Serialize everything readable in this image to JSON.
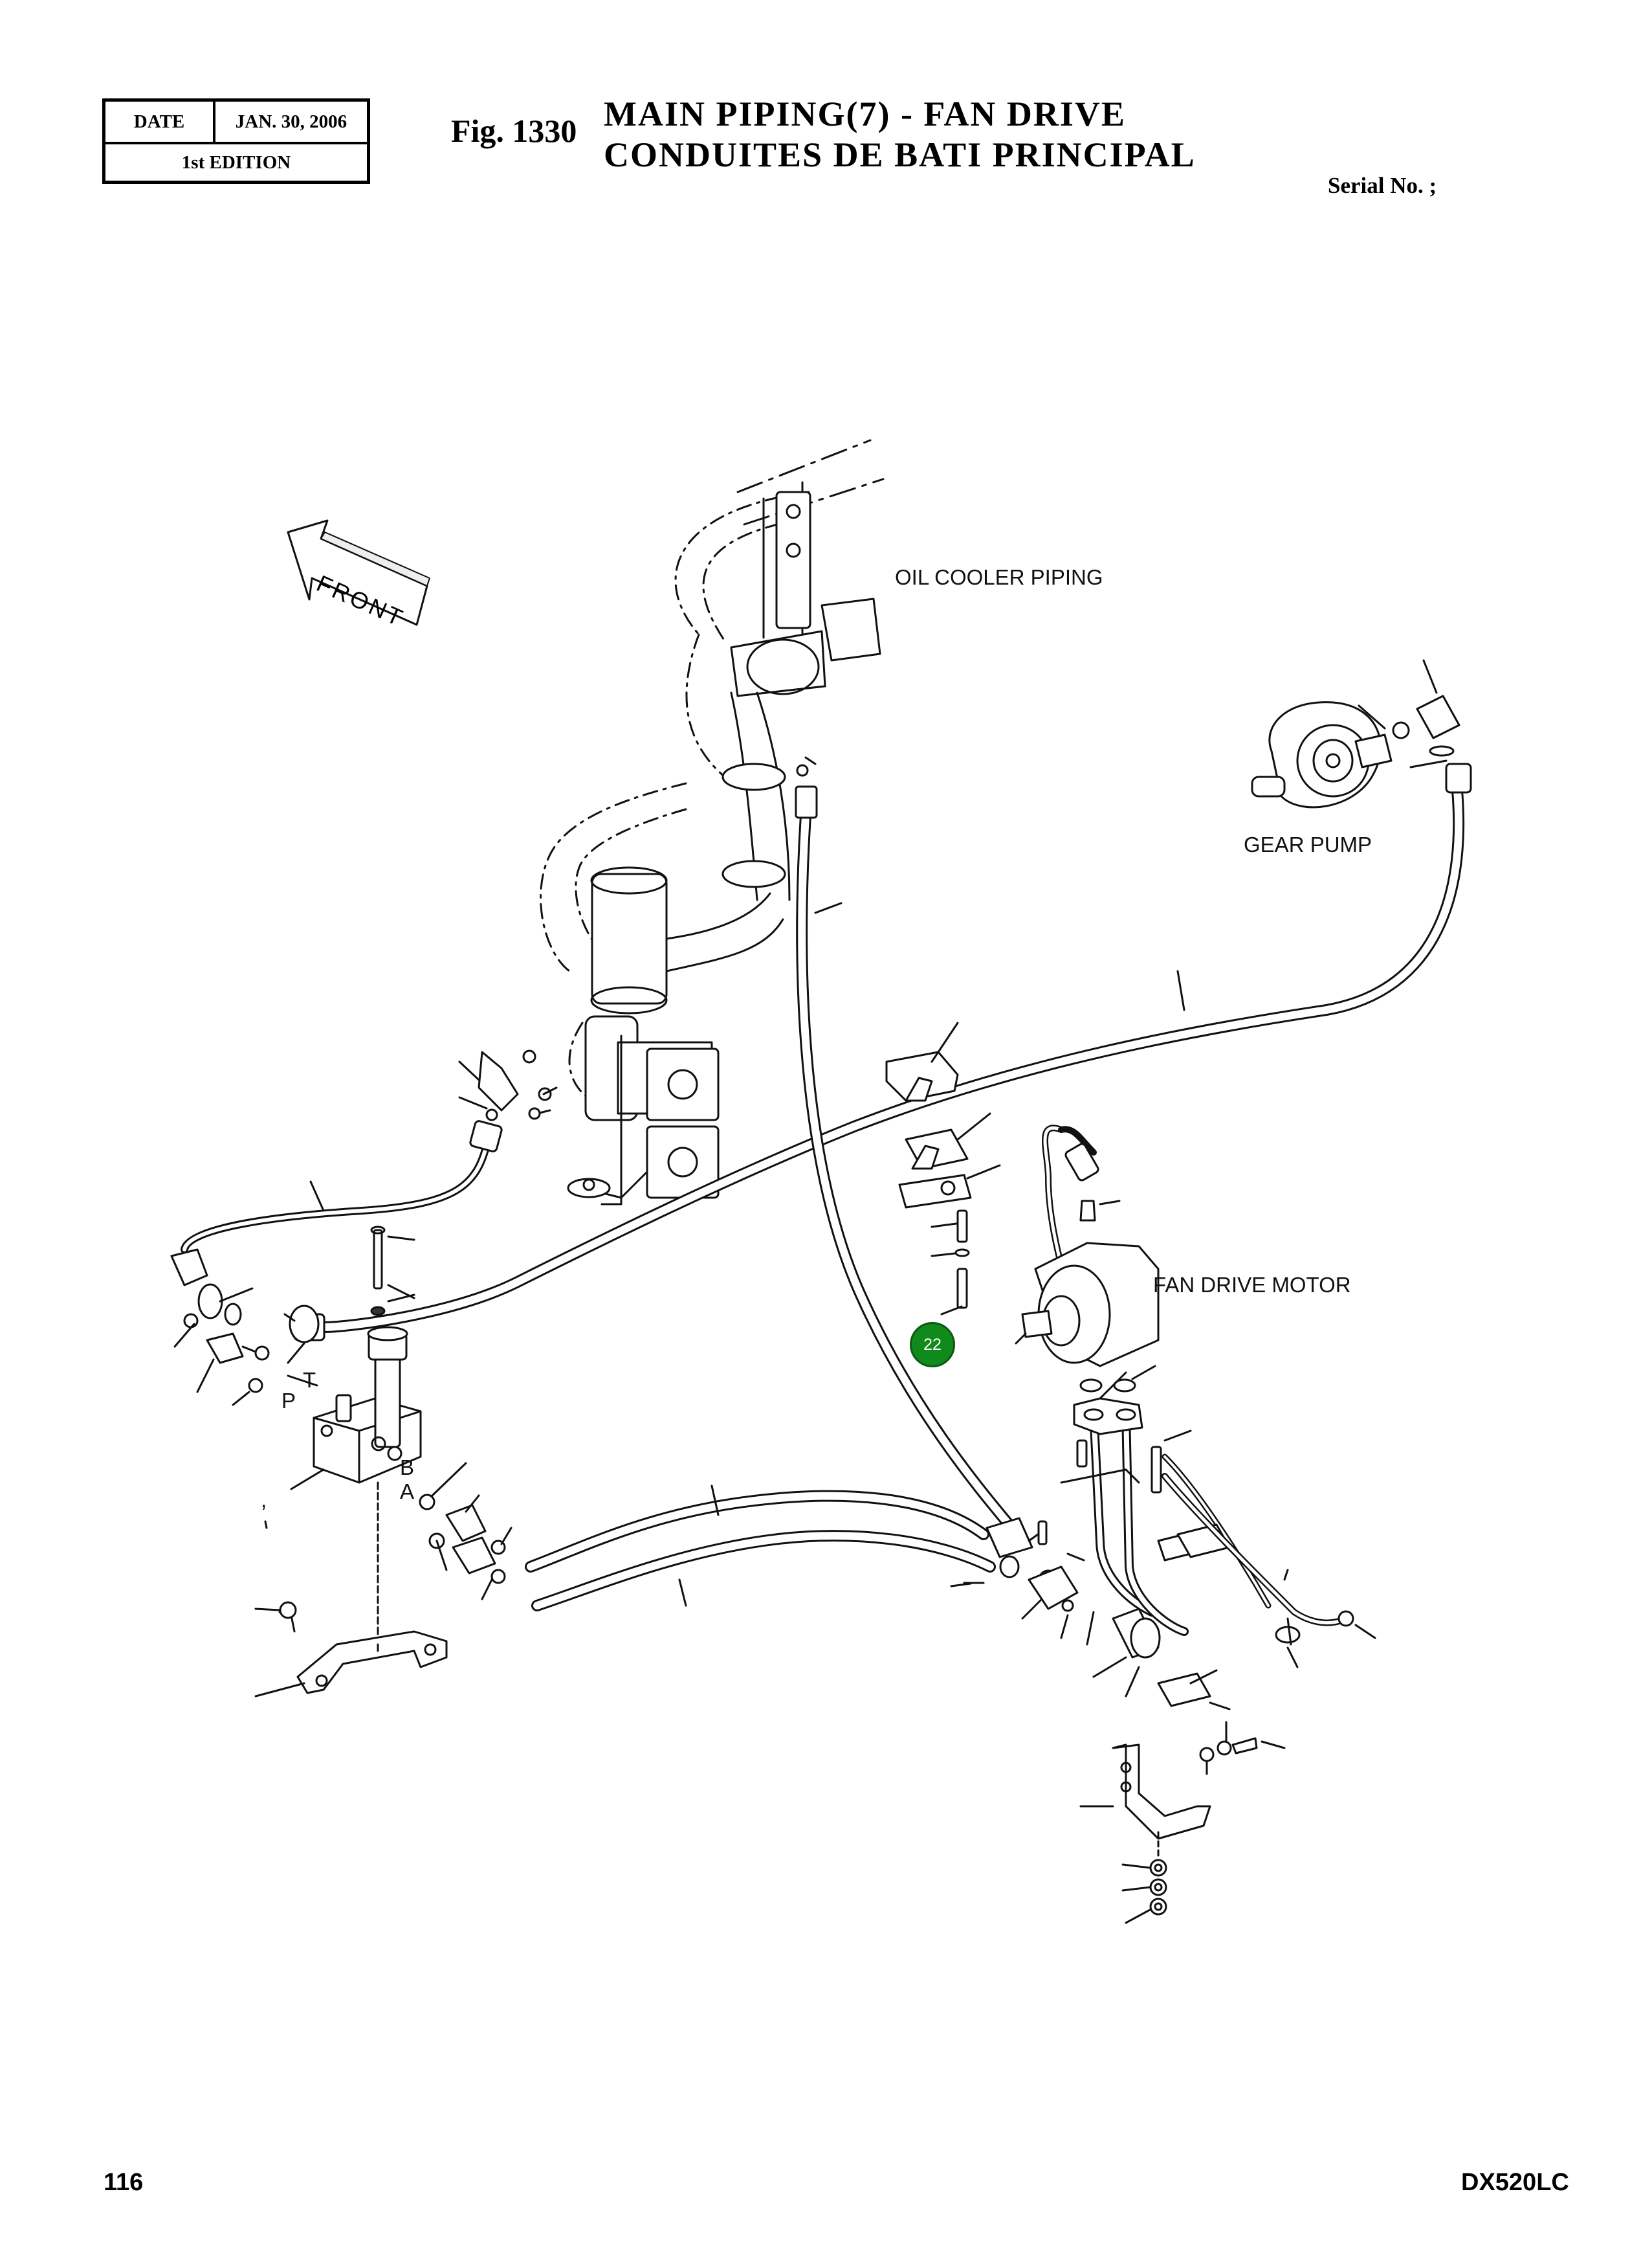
{
  "header": {
    "date_label": "DATE",
    "date_value": "JAN. 30, 2006",
    "edition": "1st EDITION",
    "fig_label": "Fig. 1330",
    "title_en": "MAIN PIPING(7) - FAN DRIVE",
    "title_fr": "CONDUITES DE BATI PRINCIPAL",
    "serial": "Serial No. ;"
  },
  "diagram": {
    "front_label": "FRONT",
    "labels": {
      "oil_cooler_piping": "OIL COOLER PIPING",
      "gear_pump": "GEAR PUMP",
      "fan_drive_motor": "FAN DRIVE MOTOR"
    },
    "ports": {
      "t": "T",
      "p": "P",
      "b": "B",
      "a": "A",
      "stray_mark": ","
    },
    "callout_number": "22",
    "callout_color": "#118a1c"
  },
  "footer": {
    "page_number": "116",
    "model": "DX520LC"
  }
}
